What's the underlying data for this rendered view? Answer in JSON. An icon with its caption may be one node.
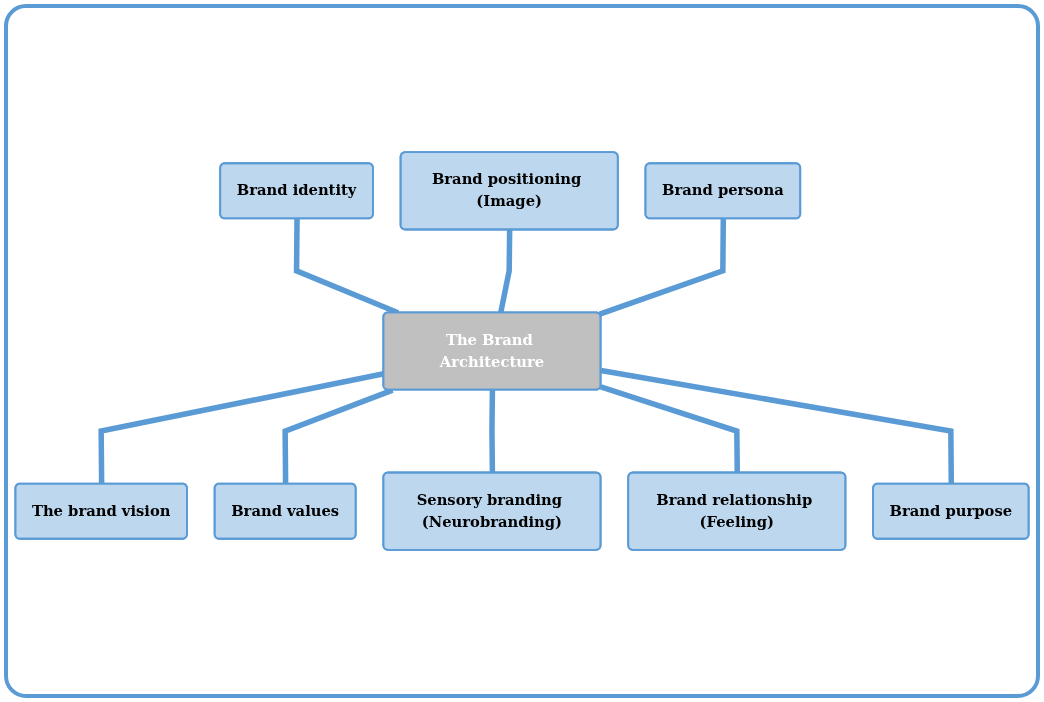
{
  "diagram": {
    "nodes": [
      {
        "text": [
          "Brand positioning (Image)"
        ]
      },
      {
        "text": [
          "Brand identity"
        ]
      },
      {
        "text": [
          "Brand persona"
        ]
      },
      {
        "text": [
          "The Brand Architecture"
        ]
      },
      {
        "text": [
          "The brand vision"
        ]
      },
      {
        "text": [
          "Brand purpose"
        ]
      },
      {
        "text": [
          "Brand values"
        ]
      },
      {
        "text": [
          "Brand relationship (Feeling)"
        ]
      },
      {
        "text": [
          "Sensory branding (Neurobranding)"
        ]
      }
    ],
    "edges": [
      {
        "from": 1,
        "to": 3,
        "arrow": "none"
      },
      {
        "from": 0,
        "to": 3,
        "arrow": "none"
      },
      {
        "from": 2,
        "to": 3,
        "arrow": "none"
      },
      {
        "from": 3,
        "to": 4,
        "arrow": "none"
      },
      {
        "from": 3,
        "to": 6,
        "arrow": "none"
      },
      {
        "from": 3,
        "to": 8,
        "arrow": "none"
      },
      {
        "from": 3,
        "to": 7,
        "arrow": "none"
      },
      {
        "from": 3,
        "to": 5,
        "arrow": "none"
      }
    ]
  }
}
